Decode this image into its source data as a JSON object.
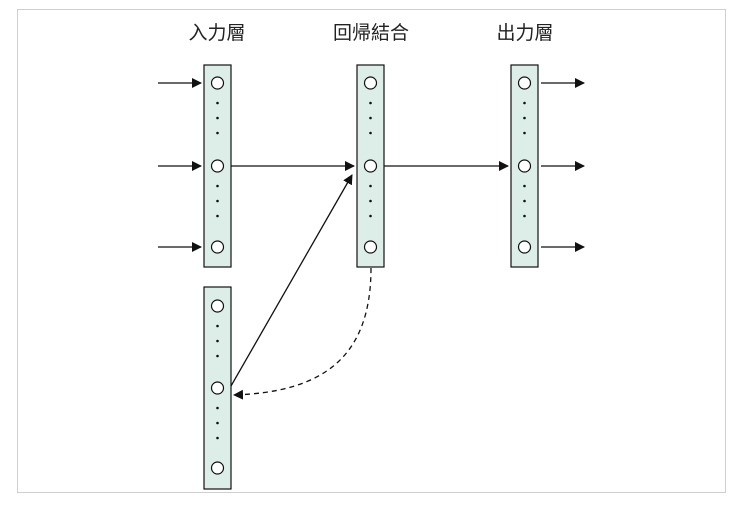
{
  "labels": {
    "input_layer": "入力層",
    "recurrent": "回帰結合",
    "output_layer": "出力層"
  },
  "colors": {
    "layer_fill": "#ddeee8",
    "stroke": "#111111",
    "frame": "#cfcfcf"
  }
}
